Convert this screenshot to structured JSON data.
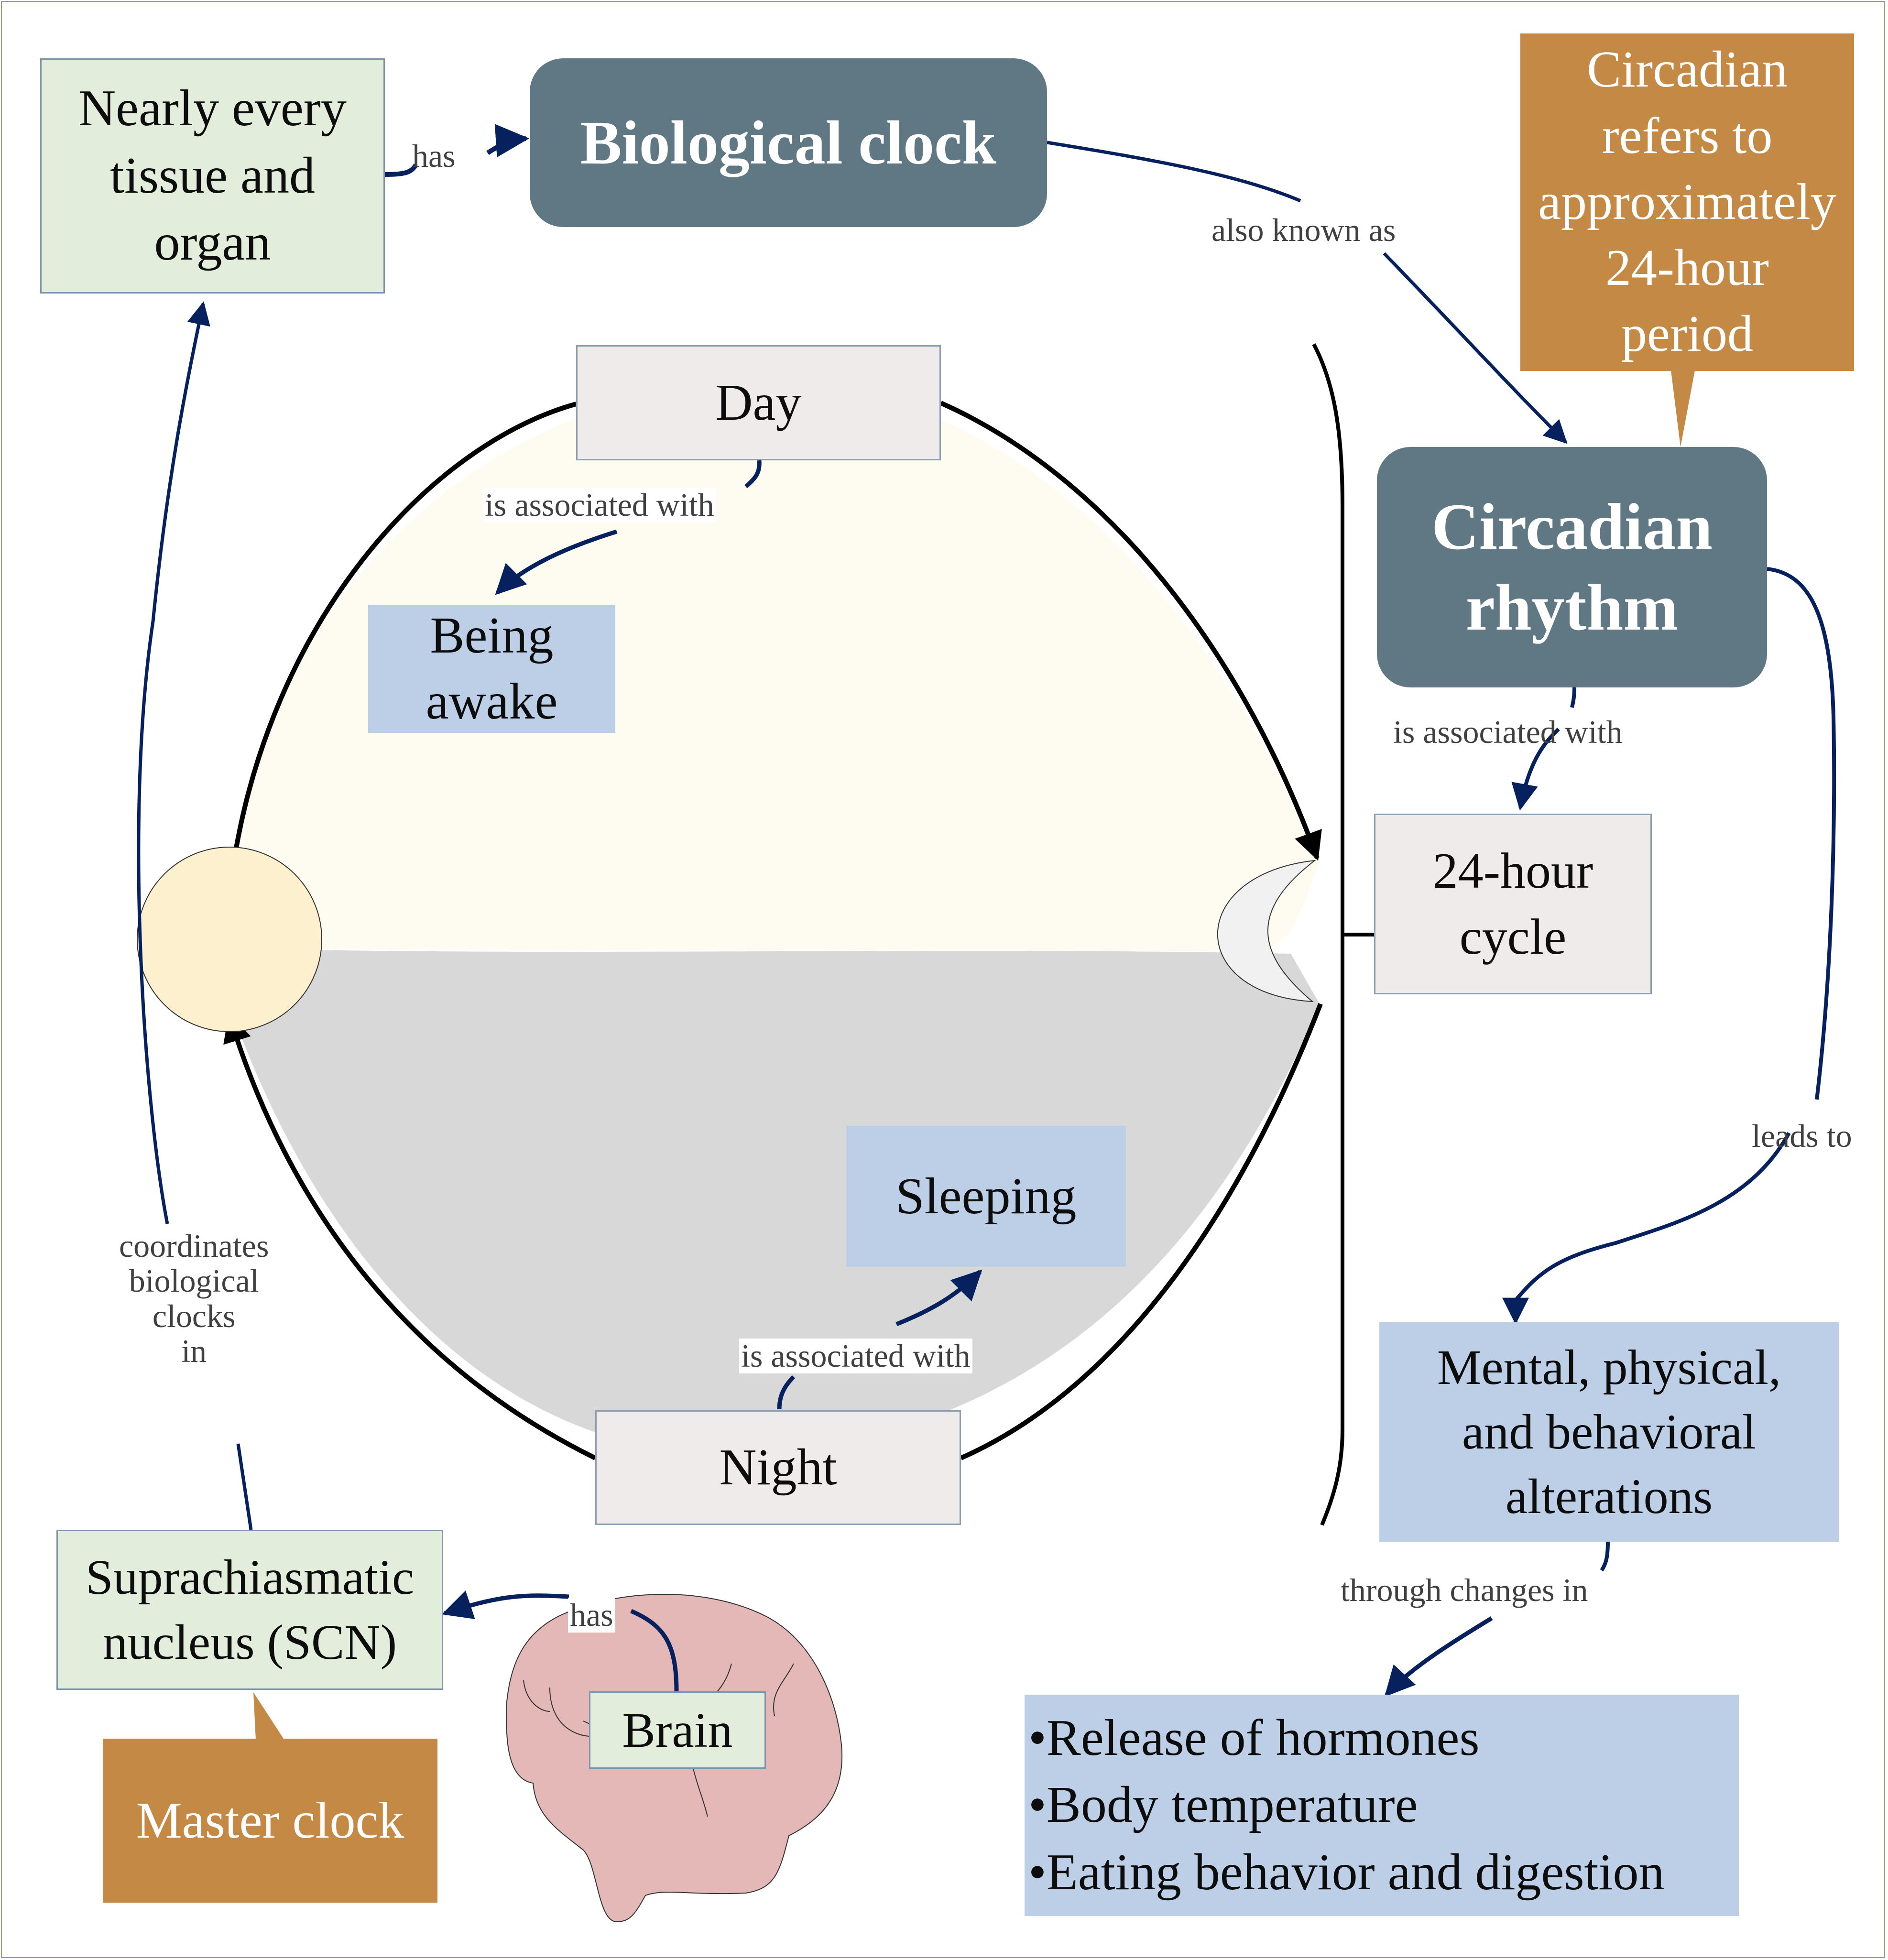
{
  "diagram": {
    "title": "Circadian rhythm concept map",
    "colors": {
      "link": "#06215e",
      "cycle_stroke": "#000000",
      "day_fill": "#fefcf0",
      "night_fill": "#d8d8d8",
      "sun_fill": "#fdf0cf",
      "moon_fill": "#f1f1f1",
      "slate_node": "#607784",
      "callout": "#c48a45",
      "green_node": "#e2eedb",
      "grey_node": "#eeebea",
      "blue_node": "#bccfe7",
      "brain_fill": "#e3b8b6"
    },
    "nodes": {
      "tissue": "Nearly every\ntissue and\norgan",
      "biological_clock": "Biological clock",
      "circadian_note": "Circadian\nrefers to\napproximately\n24-hour\nperiod",
      "circadian_rhythm": "Circadian\nrhythm",
      "cycle_24h": "24-hour\ncycle",
      "day": "Day",
      "being_awake": "Being\nawake",
      "sleeping": "Sleeping",
      "night": "Night",
      "alterations": "Mental, physical,\nand behavioral\nalterations",
      "changes_list": [
        "•Release of hormones",
        "•Body temperature",
        "•Eating behavior and digestion"
      ],
      "scn": "Suprachiasmatic\nnucleus (SCN)",
      "master_clock": "Master clock",
      "brain": "Brain"
    },
    "links": {
      "tissue_has": "has",
      "also_known_as": "also known as",
      "day_assoc": "is associated with",
      "rhythm_assoc": "is associated with",
      "night_assoc": "is associated with",
      "leads_to": "leads to",
      "through_changes": "through changes in",
      "coordinates": "coordinates\nbiological\nclocks\nin",
      "brain_has": "has"
    },
    "icons": {
      "sun": "sun-icon",
      "moon": "crescent-moon-icon",
      "brain": "brain-illustration"
    }
  }
}
